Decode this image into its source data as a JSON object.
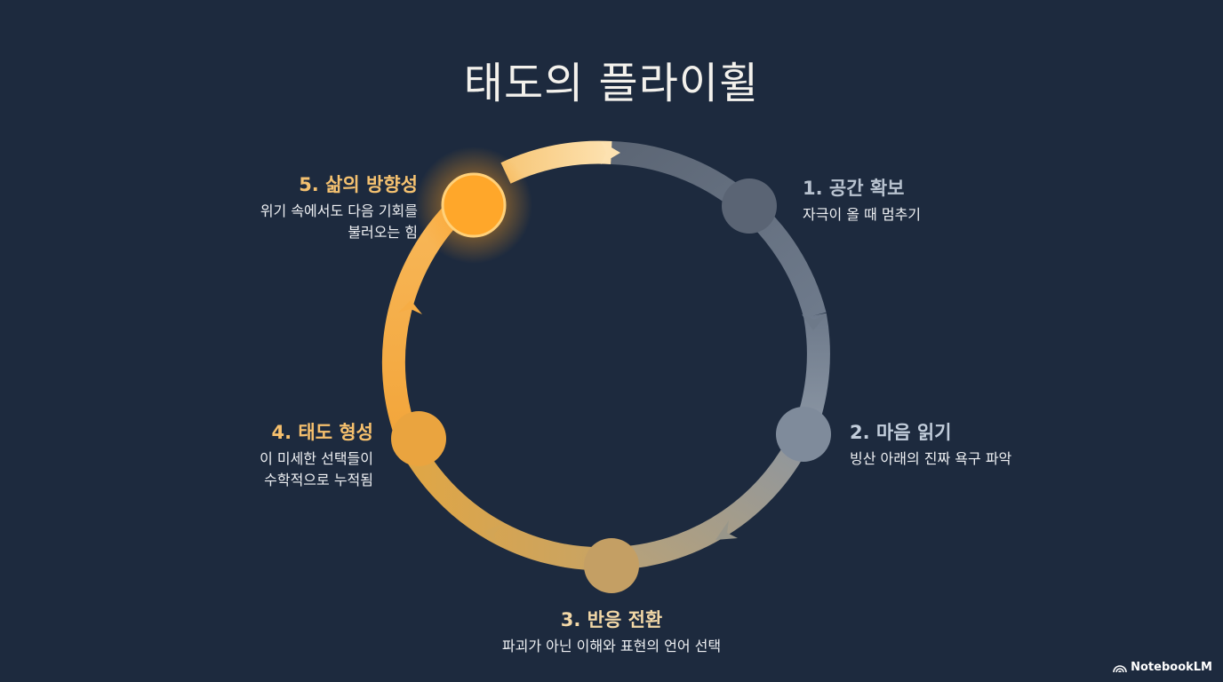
{
  "title": "태도의 플라이휠",
  "steps": [
    {
      "title": "1. 공간 확보",
      "desc": "자극이 올 때 멈추기"
    },
    {
      "title": "2. 마음 읽기",
      "desc": "빙산 아래의 진짜 욕구 파악"
    },
    {
      "title": "3. 반응 전환",
      "desc": "파괴가 아닌 이해와 표현의 언어 선택"
    },
    {
      "title": "4. 태도 형성",
      "desc_lines": [
        "이 미세한 선택들이",
        "수학적으로 누적됨"
      ]
    },
    {
      "title": "5. 삶의 방향성",
      "desc_lines": [
        "위기 속에서도 다음 기회를",
        "불러오는 힘"
      ]
    }
  ],
  "brand": "NotebookLM",
  "colors": {
    "background": "#1d2a3e",
    "slate": "#5a6574",
    "steel": "#7f8c9c",
    "tan": "#c9a264",
    "amber": "#f5a93d",
    "highlight": "#ffad33"
  }
}
